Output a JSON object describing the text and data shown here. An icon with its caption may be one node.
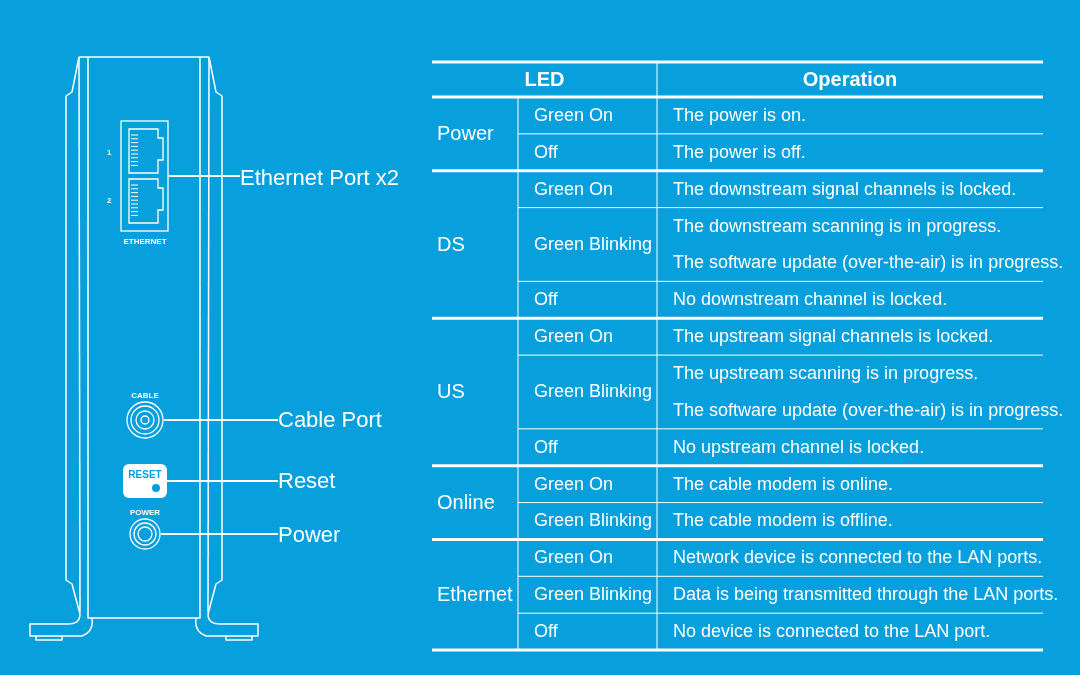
{
  "diagram": {
    "nodes": [
      {
        "text": [
          "Ethernet Port x2"
        ]
      },
      {
        "text": [],
        "shape": "picture"
      },
      {
        "text": [
          "Cable Port"
        ]
      },
      {
        "text": [],
        "shape": "circle"
      },
      {
        "text": [
          "Reset"
        ]
      },
      {
        "text": [
          "RESET"
        ]
      },
      {
        "text": [
          "Power"
        ]
      },
      {
        "text": [],
        "shape": "circle"
      }
    ],
    "edges": [
      {
        "from": 0,
        "to": 1,
        "arrow": "none"
      },
      {
        "from": 2,
        "to": 3,
        "arrow": "none"
      },
      {
        "from": 4,
        "to": 5,
        "arrow": "none"
      },
      {
        "from": 6,
        "to": 7,
        "arrow": "none"
      }
    ],
    "labels": [
      "1",
      "2",
      "ETHERNET",
      "CABLE",
      "POWER",
      "LED",
      "Operation",
      "Power",
      "Green On",
      "The power is on.",
      "Off",
      "The power is off.",
      "DS",
      "Green On",
      "The downstream signal channels is locked.",
      "Green Blinking",
      "The downstream scanning is in progress.",
      "The software update (over-the-air) is in progress.",
      "Off",
      "No downstream channel is locked.",
      "US",
      "Green On",
      "The upstream signal channels is locked.",
      "Green Blinking",
      "The upstream scanning is in progress.",
      "The software update (over-the-air) is in progress.",
      "Off",
      "No upstream channel is locked.",
      "Online",
      "Green On",
      "The cable modem is online.",
      "Green Blinking",
      "The cable modem is offline.",
      "Ethernet",
      "Green On",
      "Network device is connected to the LAN ports.",
      "Green Blinking",
      "Data is being transmitted through the LAN ports.",
      "Off",
      "No device is connected to the LAN port."
    ]
  }
}
